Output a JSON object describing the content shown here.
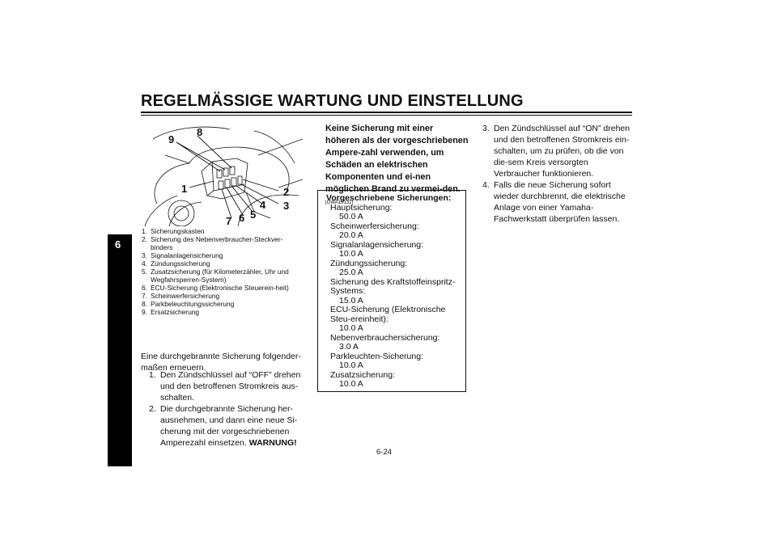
{
  "header": {
    "title": "REGELMÄSSIGE WARTUNG UND EINSTELLUNG"
  },
  "chapter_tab": "6",
  "figure": {
    "callouts": [
      "1",
      "2",
      "3",
      "4",
      "5",
      "6",
      "7",
      "8",
      "9"
    ]
  },
  "legend": [
    {
      "num": "1.",
      "text": "Sicherungskasten"
    },
    {
      "num": "2.",
      "text": "Sicherung des Nebenverbraucher-Steckver-binders"
    },
    {
      "num": "3.",
      "text": "Signalanlagensicherung"
    },
    {
      "num": "4.",
      "text": "Zündungssicherung"
    },
    {
      "num": "5.",
      "text": "Zusatzsicherung (für Kilometerzähler, Uhr und Wegfahrsperren-System)"
    },
    {
      "num": "6.",
      "text": "ECU-Sicherung (Elektronische Steuerein-heit)"
    },
    {
      "num": "7.",
      "text": "Scheinwerfersicherung"
    },
    {
      "num": "8.",
      "text": "Parkbeleuchtungssicherung"
    },
    {
      "num": "9.",
      "text": "Ersatzsicherung"
    }
  ],
  "intro": "Eine durchgebrannte Sicherung folgender-maßen erneuern.",
  "steps": [
    {
      "num": "1.",
      "text": "Den Zündschlüssel auf “OFF” drehen und den betroffenen Stromkreis aus-schalten."
    },
    {
      "num": "2.",
      "text": "Die durchgebrannte Sicherung her-ausnehmen, und dann eine neue Si-cherung mit der vorgeschriebenen Amperezahl einsetzen. ",
      "strong": "WARNUNG!"
    }
  ],
  "warning": {
    "text": "Keine Sicherung mit einer höheren als der vorgeschriebenen Ampere-zahl verwenden, um Schäden an elektrischen Komponenten und ei-nen möglichen Brand zu vermei-den.",
    "code": "[GWA15131]"
  },
  "fuse_box": {
    "heading": "Vorgeschriebene Sicherungen:",
    "items": [
      {
        "label": "Hauptsicherung:",
        "value": "50.0 A"
      },
      {
        "label": "Scheinwerfersicherung:",
        "value": "20.0 A"
      },
      {
        "label": "Signalanlagensicherung:",
        "value": "10.0 A"
      },
      {
        "label": "Zündungssicherung:",
        "value": "25.0 A"
      },
      {
        "label": "Sicherung des Kraftstoffeinspritz-Systems:",
        "value": "15.0 A"
      },
      {
        "label": "ECU-Sicherung (Elektronische Steu-ereinheit):",
        "value": "10.0 A"
      },
      {
        "label": "Nebenverbrauchersicherung:",
        "value": "3.0 A"
      },
      {
        "label": "Parkleuchten-Sicherung:",
        "value": "10.0 A"
      },
      {
        "label": "Zusatzsicherung:",
        "value": "10.0 A"
      }
    ]
  },
  "right_steps": [
    {
      "num": "3.",
      "text": "Den Zündschlüssel auf “ON” drehen und den betroffenen Stromkreis ein-schalten, um zu prüfen, ob die von die-sem Kreis versorgten Verbraucher funktionieren."
    },
    {
      "num": "4.",
      "text": "Falls die neue Sicherung sofort wieder durchbrennt, die elektrische Anlage von einer Yamaha-Fachwerkstatt überprüfen lassen."
    }
  ],
  "page_number": "6-24"
}
